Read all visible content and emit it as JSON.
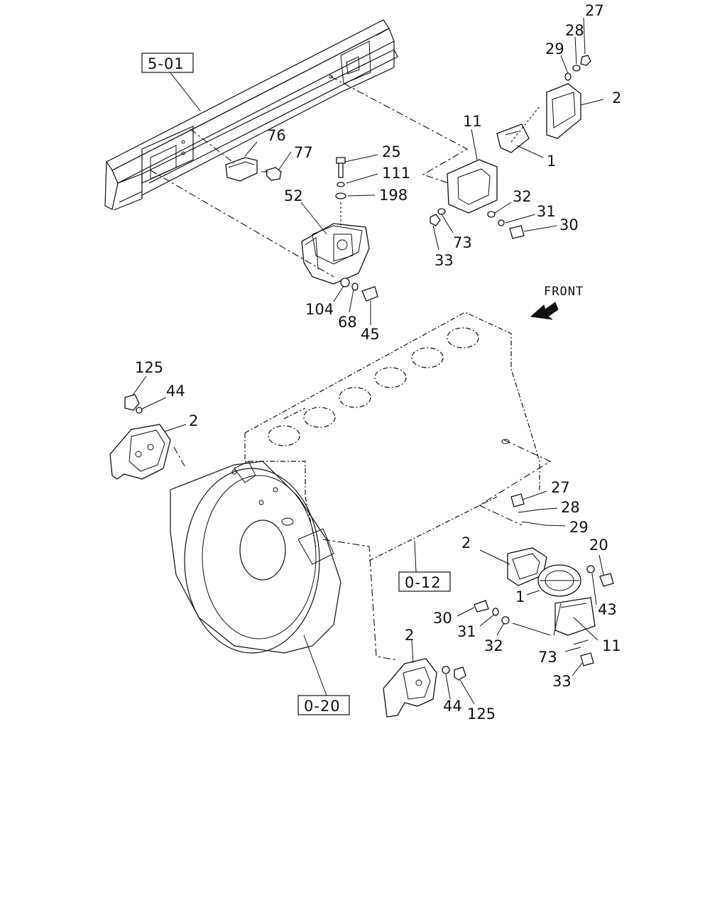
{
  "diagram": {
    "front_label": "FRONT",
    "reference_boxes": [
      "5-01",
      "0-12",
      "0-20"
    ],
    "callouts": {
      "c27a": "27",
      "c28a": "28",
      "c29a": "29",
      "c2a": "2",
      "c11a": "11",
      "c1a": "1",
      "c76": "76",
      "c77": "77",
      "c25": "25",
      "c111": "111",
      "c198": "198",
      "c52": "52",
      "c32a": "32",
      "c31a": "31",
      "c30a": "30",
      "c73a": "73",
      "c33a": "33",
      "c104": "104",
      "c68": "68",
      "c45": "45",
      "c125a": "125",
      "c44a": "44",
      "c2b": "2",
      "c27b": "27",
      "c28b": "28",
      "c29b": "29",
      "c20": "20",
      "c2c": "2",
      "c1b": "1",
      "c43": "43",
      "c30b": "30",
      "c31b": "31",
      "c32b": "32",
      "c11b": "11",
      "c73b": "73",
      "c33b": "33",
      "c2d": "2",
      "c44b": "44",
      "c125b": "125"
    }
  }
}
